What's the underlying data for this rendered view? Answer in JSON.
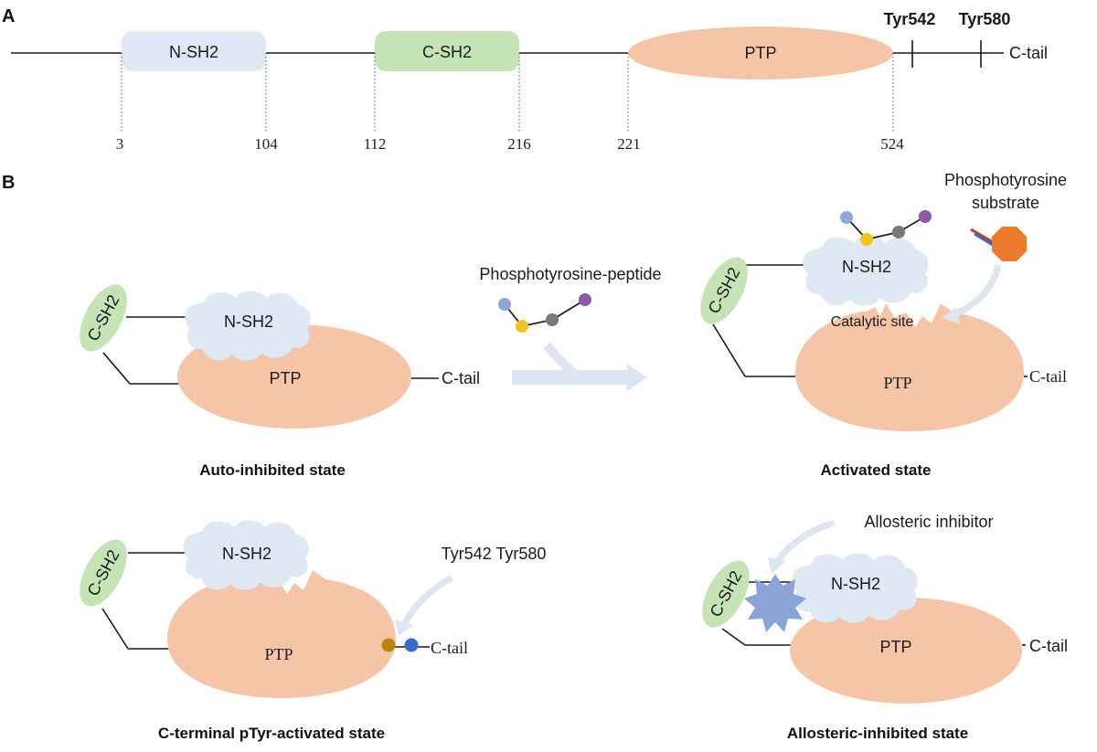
{
  "panels": {
    "a": "A",
    "b": "B"
  },
  "domain_map": {
    "domains": {
      "nsh2": "N-SH2",
      "csh2": "C-SH2",
      "ptp": "PTP"
    },
    "tail": "C-tail",
    "tyr542": "Tyr542",
    "tyr580": "Tyr580",
    "boundaries": [
      "3",
      "104",
      "112",
      "216",
      "221",
      "524"
    ]
  },
  "labels": {
    "nsh2": "N-SH2",
    "csh2": "C-SH2",
    "ptp": "PTP",
    "ctail": "C-tail",
    "peptide": "Phosphotyrosine-peptide",
    "substrate_line1": "Phosphotyrosine",
    "substrate_line2": "substrate",
    "catalytic_site": "Catalytic site",
    "tyr_pair": "Tyr542 Tyr580",
    "allosteric_inhibitor": "Allosteric inhibitor"
  },
  "states": {
    "auto": "Auto-inhibited state",
    "activated": "Activated state",
    "cterm": "C-terminal pTyr-activated state",
    "allosteric": "Allosteric-inhibited state"
  },
  "colors": {
    "nsh2": "#dfe9f5",
    "csh2": "#c5e4b6",
    "ptp": "#f6c5a8",
    "arrow": "#dde4f2",
    "star": "#8aa4d8",
    "sphere_blue": "#8ba7dc",
    "sphere_yellow": "#f6c21a",
    "sphere_gray": "#7a7a7a",
    "sphere_purple": "#8e5aa8",
    "octagon": "#ee7a2c",
    "ptyr_dark_yellow": "#b8860b",
    "ptyr_blue": "#3a6ac8"
  }
}
